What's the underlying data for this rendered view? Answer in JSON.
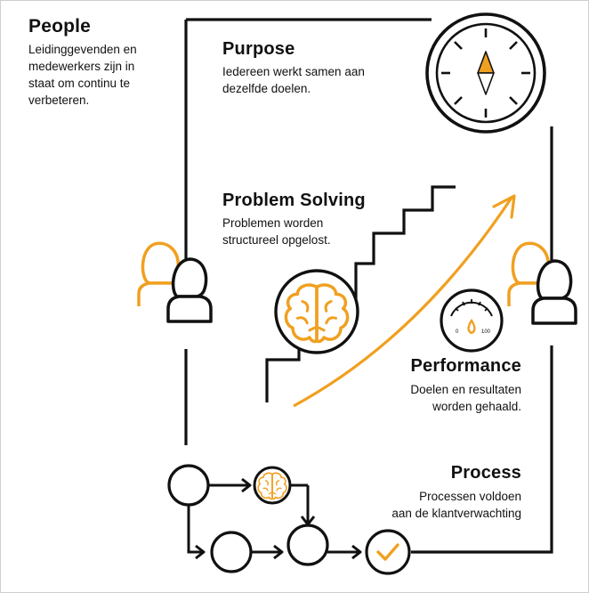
{
  "colors": {
    "accent": "#f0a020",
    "line": "#111111",
    "background": "#ffffff"
  },
  "icons": [
    "compass-icon",
    "stairs-icon",
    "brain-icon",
    "growth-arrow-icon",
    "gauge-icon",
    "people-icon",
    "check-icon"
  ],
  "people": {
    "title": "People",
    "desc1": "Leidinggevenden en",
    "desc2": "medewerkers zijn in",
    "desc3": "staat om continu te",
    "desc4": "verbeteren."
  },
  "purpose": {
    "title": "Purpose",
    "desc1": "Iedereen werkt samen aan",
    "desc2": "dezelfde doelen."
  },
  "problem_solving": {
    "title": "Problem Solving",
    "desc1": "Problemen worden",
    "desc2": "structureel opgelost."
  },
  "performance": {
    "title": "Performance",
    "desc1": "Doelen en resultaten",
    "desc2": "worden gehaald.",
    "gauge_min": "0",
    "gauge_max": "100"
  },
  "process": {
    "title": "Process",
    "desc1": "Processen voldoen",
    "desc2": "aan de klantverwachting"
  }
}
